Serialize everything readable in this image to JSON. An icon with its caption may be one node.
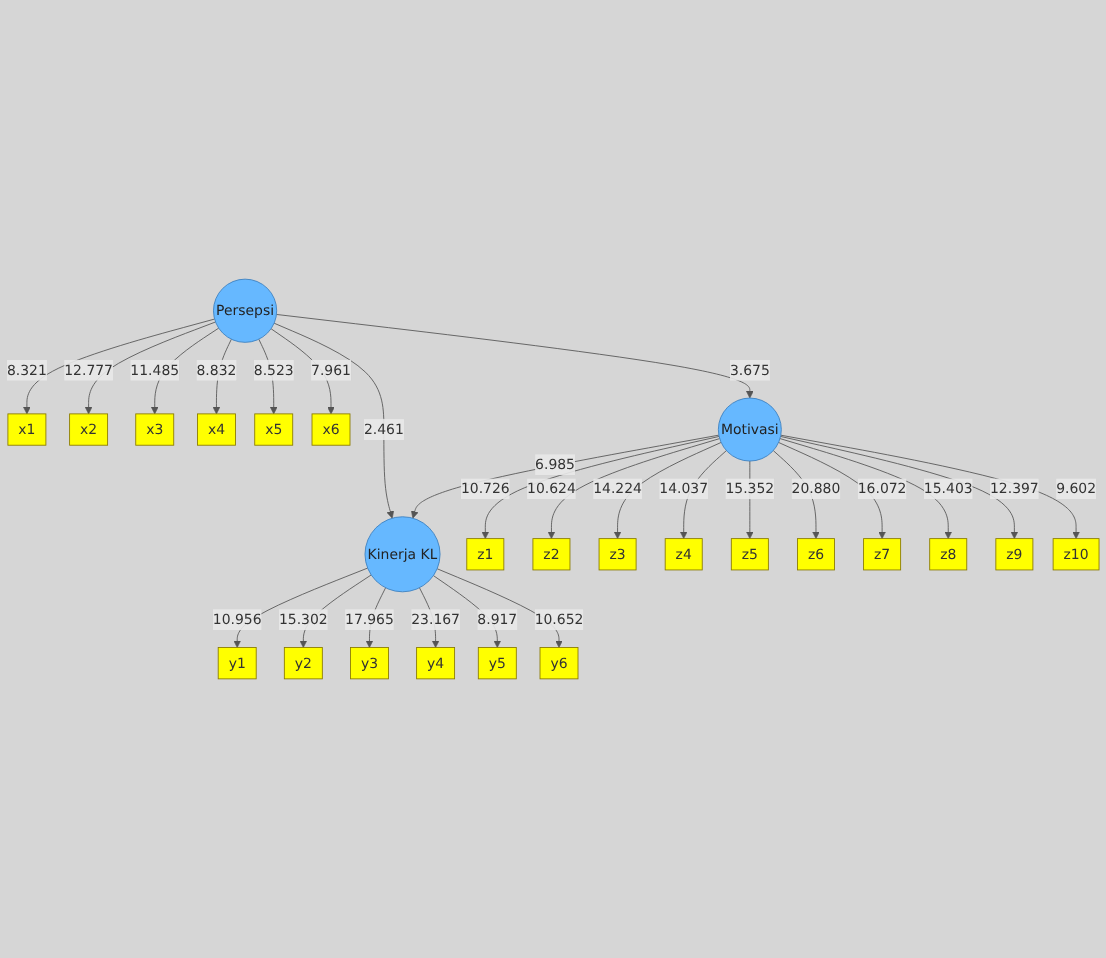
{
  "diagram": {
    "nodes": [
      {
        "text": [
          "x1"
        ]
      },
      {
        "text": [
          "x2"
        ]
      },
      {
        "text": [
          "x3"
        ]
      },
      {
        "text": [
          "x4"
        ]
      },
      {
        "text": [
          "x5"
        ]
      },
      {
        "text": [
          "x6"
        ]
      },
      {
        "text": [
          "Persepsi"
        ]
      },
      {
        "text": [
          "Kinerja KL"
        ]
      },
      {
        "text": [
          "y1"
        ]
      },
      {
        "text": [
          "y2"
        ]
      },
      {
        "text": [
          "y3"
        ]
      },
      {
        "text": [
          "y4"
        ]
      },
      {
        "text": [
          "y5"
        ]
      },
      {
        "text": [
          "y6"
        ]
      },
      {
        "text": [
          "Motivasi"
        ]
      },
      {
        "text": [
          "z1"
        ]
      },
      {
        "text": [
          "z2"
        ]
      },
      {
        "text": [
          "z3"
        ]
      },
      {
        "text": [
          "z4"
        ]
      },
      {
        "text": [
          "z5"
        ]
      },
      {
        "text": [
          "z6"
        ]
      },
      {
        "text": [
          "z7"
        ]
      },
      {
        "text": [
          "z8"
        ]
      },
      {
        "text": [
          "z9"
        ]
      },
      {
        "text": [
          "z10"
        ]
      }
    ],
    "edges": [
      {
        "from": 6,
        "to": 0,
        "arrow": "to",
        "label": "8.321"
      },
      {
        "from": 6,
        "to": 1,
        "arrow": "to",
        "label": "12.777"
      },
      {
        "from": 6,
        "to": 2,
        "arrow": "to",
        "label": "11.485"
      },
      {
        "from": 6,
        "to": 3,
        "arrow": "to",
        "label": "8.832"
      },
      {
        "from": 6,
        "to": 4,
        "arrow": "to",
        "label": "8.523"
      },
      {
        "from": 6,
        "to": 5,
        "arrow": "to",
        "label": "7.961"
      },
      {
        "from": 6,
        "to": 7,
        "arrow": "to",
        "label": "2.461"
      },
      {
        "from": 7,
        "to": 8,
        "arrow": "to",
        "label": "10.956"
      },
      {
        "from": 7,
        "to": 9,
        "arrow": "to",
        "label": "15.302"
      },
      {
        "from": 7,
        "to": 10,
        "arrow": "to",
        "label": "17.965"
      },
      {
        "from": 7,
        "to": 11,
        "arrow": "to",
        "label": "23.167"
      },
      {
        "from": 7,
        "to": 12,
        "arrow": "to",
        "label": "8.917"
      },
      {
        "from": 7,
        "to": 13,
        "arrow": "to",
        "label": "10.652"
      },
      {
        "from": 6,
        "to": 14,
        "arrow": "to",
        "label": "3.675"
      },
      {
        "from": 14,
        "to": 7,
        "arrow": "to",
        "label": "6.985"
      },
      {
        "from": 14,
        "to": 15,
        "arrow": "to",
        "label": "10.726"
      },
      {
        "from": 14,
        "to": 16,
        "arrow": "to",
        "label": "10.624"
      },
      {
        "from": 14,
        "to": 17,
        "arrow": "to",
        "label": "14.224"
      },
      {
        "from": 14,
        "to": 18,
        "arrow": "to",
        "label": "14.037"
      },
      {
        "from": 14,
        "to": 19,
        "arrow": "to",
        "label": "15.352"
      },
      {
        "from": 14,
        "to": 20,
        "arrow": "to",
        "label": "20.880"
      },
      {
        "from": 14,
        "to": 21,
        "arrow": "to",
        "label": "16.072"
      },
      {
        "from": 14,
        "to": 22,
        "arrow": "to",
        "label": "15.403"
      },
      {
        "from": 14,
        "to": 23,
        "arrow": "to",
        "label": "12.397"
      },
      {
        "from": 14,
        "to": 24,
        "arrow": "to",
        "label": "9.602"
      }
    ]
  }
}
